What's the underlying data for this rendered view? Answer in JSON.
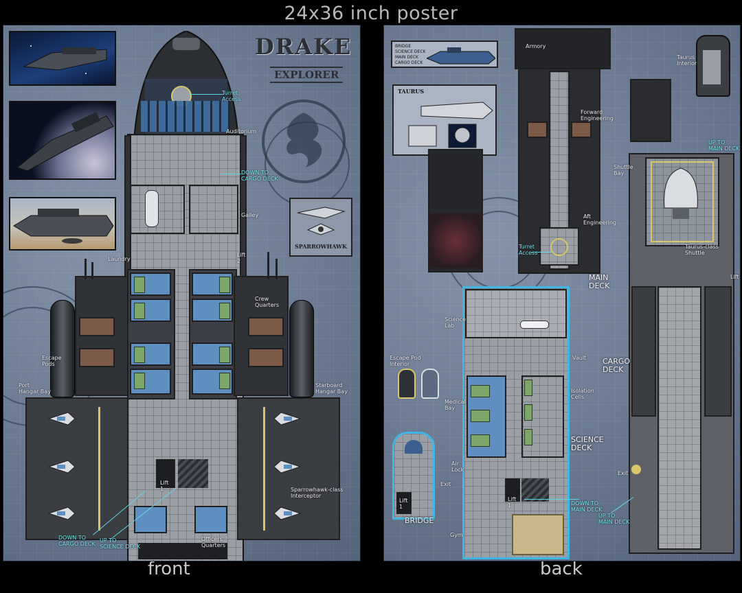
{
  "header": {
    "title": "24x36 inch poster"
  },
  "footer": {
    "front": "front",
    "back": "back"
  },
  "front": {
    "ship_name": "DRAKE",
    "ship_class": "EXPLORER",
    "sparrowhawk_caption": "SPARROWHAWK",
    "labels": {
      "turret_access": "Turret\nAccess",
      "auditorium": "Auditorium",
      "down_to_cargo_top": "DOWN TO\nCARGO DECK",
      "galley": "Galley",
      "laundry": "Laundry",
      "lift2": "Lift\n2",
      "crew_quarters": "Crew\nQuarters",
      "escape_pods": "Escape\nPods",
      "port_hangar": "Port\nHangar Bay",
      "starboard_hangar": "Starboard\nHangar Bay",
      "lift1": "Lift\n1",
      "sparrowhawk_interceptor": "Sparrowhawk-class\nInterceptor",
      "down_to_cargo_bottom": "DOWN TO\nCARGO DECK",
      "up_to_science": "UP TO\nSCIENCE DECK",
      "officers_quarters": "Officers'\nQuarters"
    }
  },
  "back": {
    "legend": [
      "BRIDGE",
      "SCIENCE DECK",
      "MAIN DECK",
      "CARGO DECK"
    ],
    "taurus_caption": "TAURUS",
    "labels": {
      "armory": "Armory",
      "forward_engineering": "Forward\nEngineering",
      "shuttle_bay": "Shuttle\nBay",
      "aft_engineering": "Aft\nEngineering",
      "turret_access": "Turret\nAccess",
      "main_deck": "MAIN\nDECK",
      "taurus_interior": "Taurus\nInterior",
      "up_to_main_top": "UP TO\nMAIN DECK",
      "taurus_shuttle": "Taurus-class\nShuttle",
      "lift": "Lift",
      "science_lab": "Science\nLab",
      "vault": "Vault",
      "escape_pod_interior": "Escape Pod\nInterior",
      "isolation_cells": "Isolation\nCells",
      "medical_bay": "Medical\nBay",
      "cargo_deck": "CARGO\nDECK",
      "science_deck": "SCIENCE\nDECK",
      "airlock": "Air\nLock",
      "exit_left": "Exit",
      "exit_right": "Exit",
      "bridge": "BRIDGE",
      "lift1a": "Lift\n1",
      "lift1b": "Lift\n1",
      "down_to_main": "DOWN TO\nMAIN DECK",
      "up_to_main_bottom": "UP TO\nMAIN DECK",
      "gym": "Gym"
    }
  },
  "colors": {
    "panel": "#6b7b91",
    "accent_cyan": "#7fe6f0",
    "floor": "#9a9ea5",
    "hull_dark": "#2f3236",
    "medical_blue": "#5f8fc0"
  }
}
